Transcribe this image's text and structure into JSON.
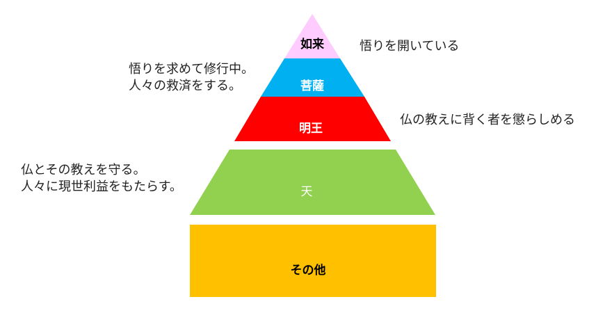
{
  "levels": [
    {
      "name": "如来",
      "color": "#FFCCFF",
      "text_color": "#000000",
      "description": "悟りを開いている"
    },
    {
      "name": "菩薩",
      "color": "#00B0F0",
      "text_color": "#FFFFFF",
      "description_lines": [
        "悟りを求めて修行中。",
        "人々の救済をする。"
      ]
    },
    {
      "name": "明王",
      "color": "#FF0000",
      "text_color": "#FFFFFF",
      "description": "仏の教えに背く者を懲らしめる"
    },
    {
      "name": "天",
      "color": "#92D050",
      "text_color": "#FFFFFF",
      "description_lines": [
        "仏とその教えを守る。",
        "人々に現世利益をもたらす。"
      ]
    },
    {
      "name": "その他",
      "color": "#FFC000",
      "text_color": "#000000"
    }
  ]
}
